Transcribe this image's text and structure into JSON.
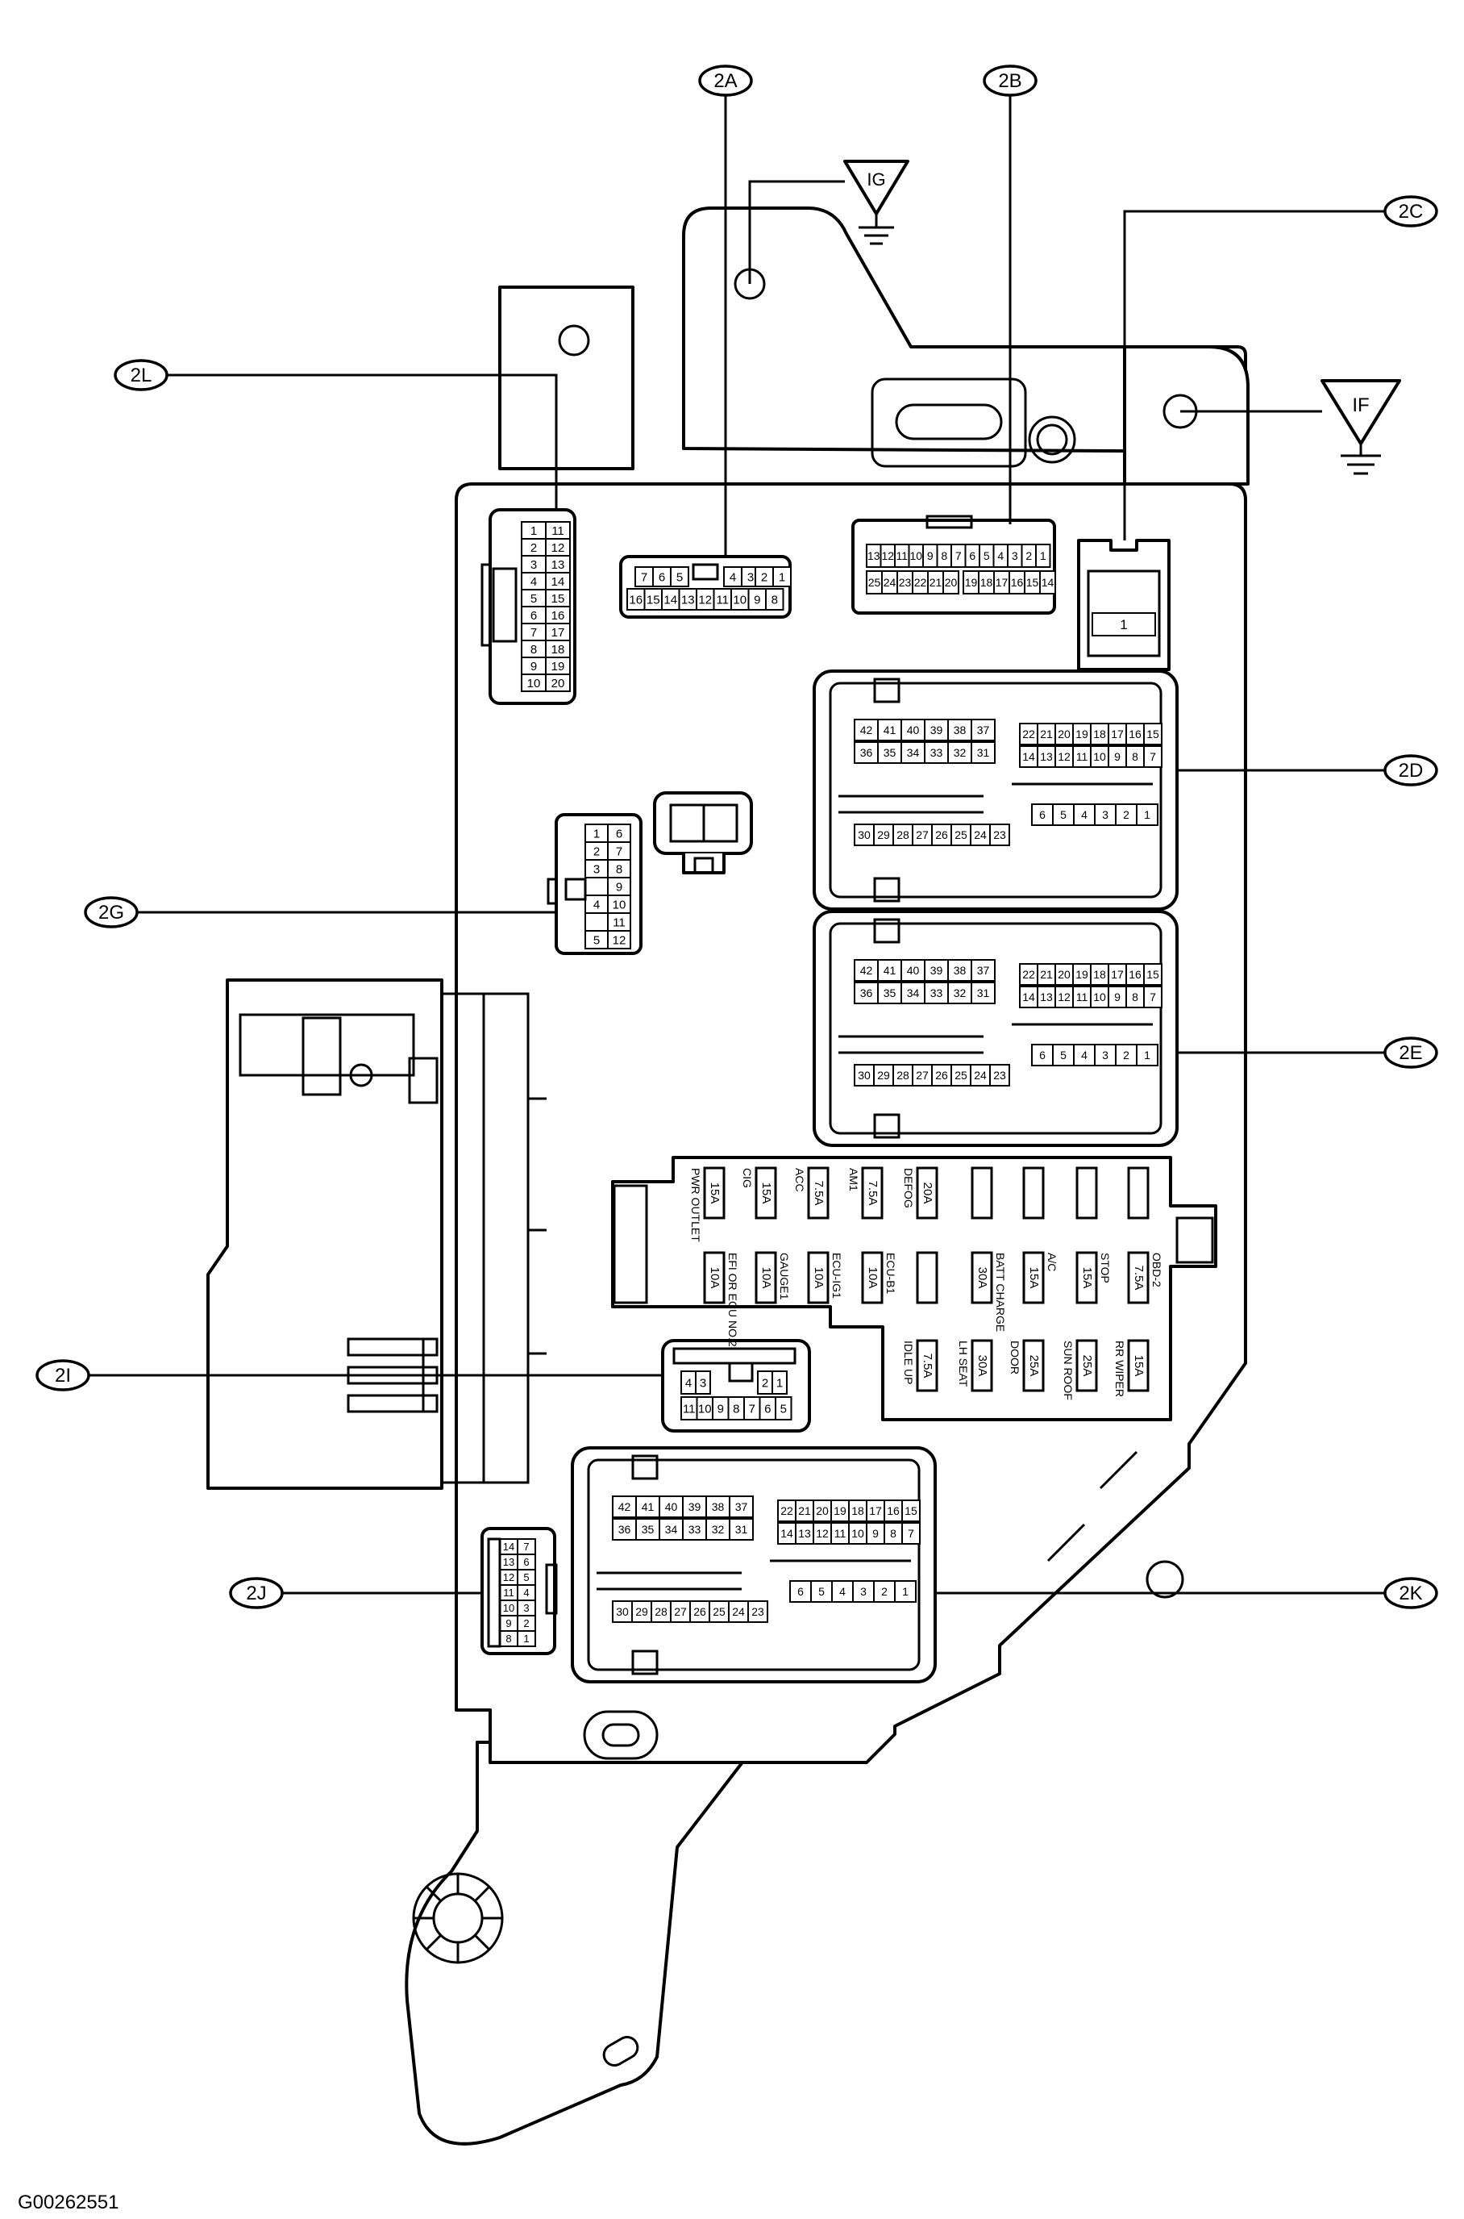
{
  "diagram_id": "G00262551",
  "grounds": [
    {
      "id": "ground-ig",
      "label": "IG"
    },
    {
      "id": "ground-if",
      "label": "IF"
    }
  ],
  "callouts": [
    {
      "id": "2A",
      "label": "2A"
    },
    {
      "id": "2B",
      "label": "2B"
    },
    {
      "id": "2C",
      "label": "2C"
    },
    {
      "id": "2D",
      "label": "2D"
    },
    {
      "id": "2E",
      "label": "2E"
    },
    {
      "id": "2G",
      "label": "2G"
    },
    {
      "id": "2I",
      "label": "2I"
    },
    {
      "id": "2J",
      "label": "2J"
    },
    {
      "id": "2K",
      "label": "2K"
    },
    {
      "id": "2L",
      "label": "2L"
    }
  ],
  "connectors": {
    "c2L": {
      "rows": [
        [
          "1",
          "11"
        ],
        [
          "2",
          "12"
        ],
        [
          "3",
          "13"
        ],
        [
          "4",
          "14"
        ],
        [
          "5",
          "15"
        ],
        [
          "6",
          "16"
        ],
        [
          "7",
          "17"
        ],
        [
          "8",
          "18"
        ],
        [
          "9",
          "19"
        ],
        [
          "10",
          "20"
        ]
      ]
    },
    "c2A": {
      "top": [
        "7",
        "6",
        "5",
        "4",
        "3",
        "2",
        "1"
      ],
      "bottom": [
        "16",
        "15",
        "14",
        "13",
        "12",
        "11",
        "10",
        "9",
        "8"
      ]
    },
    "c2B": {
      "top": [
        "13",
        "12",
        "11",
        "10",
        "9",
        "8",
        "7",
        "6",
        "5",
        "4",
        "3",
        "2",
        "1"
      ],
      "bottom": [
        "25",
        "24",
        "23",
        "22",
        "21",
        "20",
        "19",
        "18",
        "17",
        "16",
        "15",
        "14"
      ]
    },
    "c2C": {
      "pin": "1"
    },
    "c2G": {
      "rows": [
        [
          "1",
          "6"
        ],
        [
          "2",
          "7"
        ],
        [
          "3",
          "8"
        ],
        [
          "",
          "9"
        ],
        [
          "4",
          "10"
        ],
        [
          "",
          "11"
        ],
        [
          "5",
          "12"
        ]
      ]
    },
    "c2I": {
      "top": [
        "4",
        "3",
        "2",
        "1"
      ],
      "bottom": [
        "11",
        "10",
        "9",
        "8",
        "7",
        "6",
        "5"
      ]
    },
    "c2J": {
      "rows": [
        [
          "14",
          "7"
        ],
        [
          "13",
          "6"
        ],
        [
          "12",
          "5"
        ],
        [
          "11",
          "4"
        ],
        [
          "10",
          "3"
        ],
        [
          "9",
          "2"
        ],
        [
          "8",
          "1"
        ]
      ]
    },
    "big": {
      "row1": [
        "42",
        "41",
        "40",
        "39",
        "38",
        "37"
      ],
      "row2": [
        "36",
        "35",
        "34",
        "33",
        "32",
        "31"
      ],
      "row3": [
        "30",
        "29",
        "28",
        "27",
        "26",
        "25",
        "24",
        "23"
      ],
      "row4": [
        "22",
        "21",
        "20",
        "19",
        "18",
        "17",
        "16",
        "15"
      ],
      "row5": [
        "14",
        "13",
        "12",
        "11",
        "10",
        "9",
        "8",
        "7"
      ],
      "row6": [
        "6",
        "5",
        "4",
        "3",
        "2",
        "1"
      ]
    }
  },
  "fuses": {
    "row1": [
      {
        "name": "PWR OUTLET",
        "amp": "15A"
      },
      {
        "name": "CIG",
        "amp": "15A"
      },
      {
        "name": "ACC",
        "amp": "7.5A"
      },
      {
        "name": "AM1",
        "amp": "7.5A"
      },
      {
        "name": "DEFOG",
        "amp": "20A"
      },
      {
        "name": "",
        "amp": ""
      },
      {
        "name": "",
        "amp": ""
      },
      {
        "name": "",
        "amp": ""
      },
      {
        "name": "",
        "amp": ""
      }
    ],
    "row2": [
      {
        "name": "EFI OR ECU NO.2",
        "amp": "10A"
      },
      {
        "name": "GAUGE1",
        "amp": "10A"
      },
      {
        "name": "ECU-IG1",
        "amp": "10A"
      },
      {
        "name": "ECU-B1",
        "amp": "10A"
      },
      {
        "name": "",
        "amp": ""
      },
      {
        "name": "BATT CHARGE",
        "amp": "30A"
      },
      {
        "name": "A/C",
        "amp": "15A"
      },
      {
        "name": "STOP",
        "amp": "15A"
      },
      {
        "name": "OBD-2",
        "amp": "7.5A"
      }
    ],
    "row3": [
      {
        "name": "IDLE UP",
        "amp": "7.5A"
      },
      {
        "name": "LH SEAT",
        "amp": "30A"
      },
      {
        "name": "DOOR",
        "amp": "25A"
      },
      {
        "name": "SUN ROOF",
        "amp": "25A"
      },
      {
        "name": "RR WIPER",
        "amp": "15A"
      }
    ]
  }
}
